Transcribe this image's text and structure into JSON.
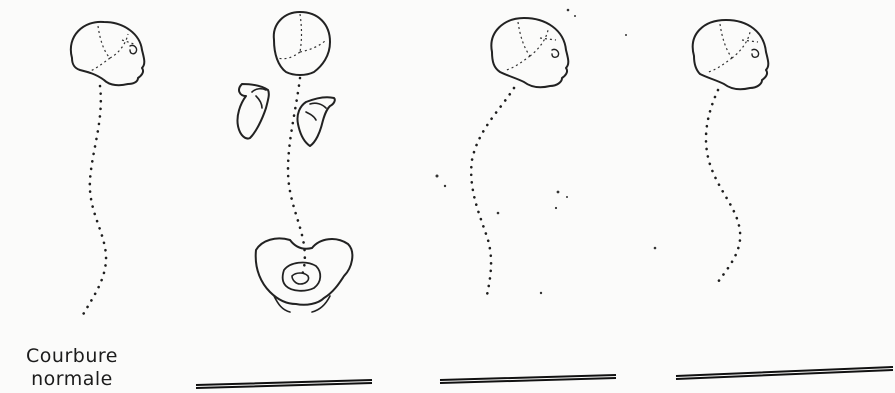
{
  "caption": {
    "line1": "Courbure",
    "line2": "normale"
  },
  "figures": [
    {
      "name": "figure-1-spine",
      "icon": "skull-profile-icon"
    },
    {
      "name": "figure-2-spine-with-scapulae-and-pelvis",
      "icon": "skull-front-icon"
    },
    {
      "name": "figure-3-spine",
      "icon": "skull-profile-icon"
    },
    {
      "name": "figure-4-spine",
      "icon": "skull-profile-icon"
    }
  ],
  "answer_blanks": 3,
  "colors": {
    "ink": "#222222",
    "paper": "#fbfbfa"
  }
}
